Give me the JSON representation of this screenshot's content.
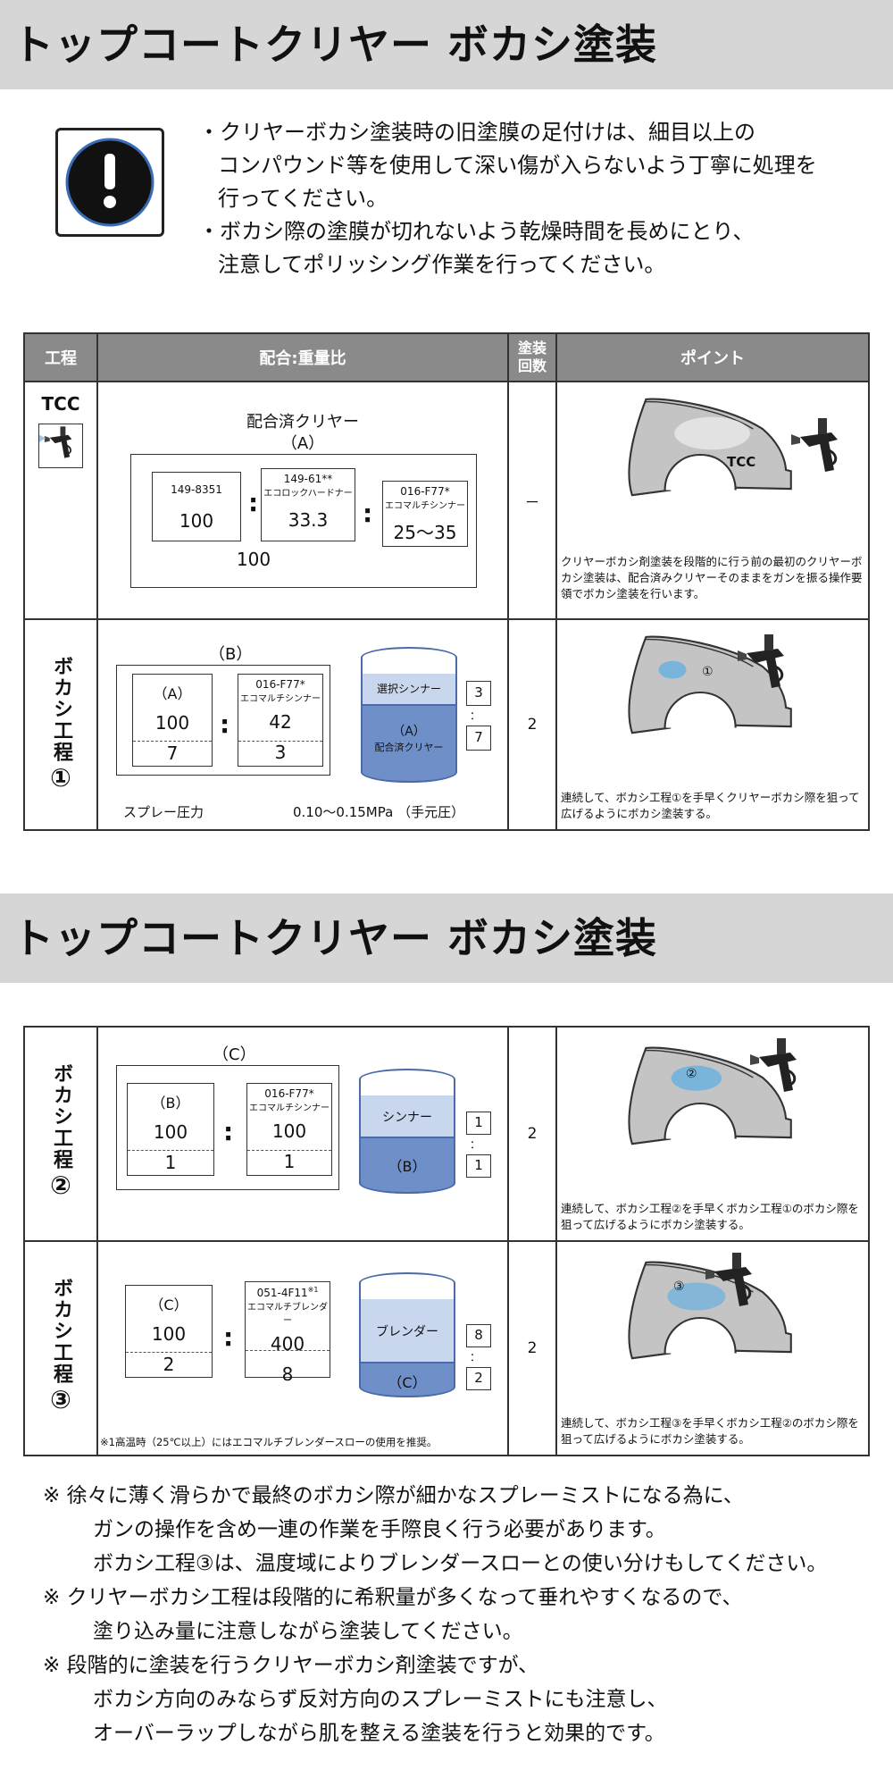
{
  "title": "トップコートクリヤー ボカシ塗装",
  "warning": {
    "bullets": [
      [
        "・クリヤーボカシ塗装時の旧塗膜の足付けは、細目以上の",
        "コンパウンド等を使用して深い傷が入らないよう丁寧に処理を",
        "行ってください。"
      ],
      [
        "・ボカシ際の塗膜が切れないよう乾燥時間を長めにとり、",
        "注意してポリッシング作業を行ってください。"
      ]
    ]
  },
  "headers": {
    "process": "工程",
    "mix": "配合:重量比",
    "coats1": "塗装",
    "coats2": "回数",
    "point": "ポイント"
  },
  "tcc": {
    "name": "TCC",
    "title1": "配合済クリヤー",
    "title2": "（A）",
    "code1": "149-8351",
    "val1": "100",
    "code2": "149-61**",
    "name2": "エコロックハードナー",
    "val2": "33.3",
    "total": "100",
    "code3": "016-F77*",
    "name3": "エコマルチシンナー",
    "val3": "25〜35",
    "coats": "－",
    "car_label": "TCC",
    "point": "クリヤーボカシ剤塗装を段階的に行う前の最初のクリヤーボカシ塗装は、配合済みクリヤーそのままをガンを振る操作要領でボカシ塗装を行います。"
  },
  "step1": {
    "name": "ボカシ工程",
    "num": "①",
    "label": "（B）",
    "a_label": "（A）",
    "a_val1": "100",
    "a_val2": "7",
    "code": "016-F77*",
    "thinner": "エコマルチシンナー",
    "t_val1": "42",
    "t_val2": "3",
    "cup_top": "選択シンナー",
    "cup_bottom1": "（A）",
    "cup_bottom2": "配合済クリヤー",
    "ratio_top": "3",
    "ratio_colon": "：",
    "ratio_bottom": "7",
    "pressure_label": "スプレー圧力",
    "pressure": "0.10〜0.15MPa （手元圧）",
    "coats": "2",
    "marker": "①",
    "point": "連続して、ボカシ工程①を手早くクリヤーボカシ際を狙って広げるようにボカシ塗装する。"
  },
  "step2": {
    "name": "ボカシ工程",
    "num": "②",
    "label": "（C）",
    "b_label": "（B）",
    "b_val1": "100",
    "b_val2": "1",
    "code": "016-F77*",
    "thinner": "エコマルチシンナー",
    "t_val1": "100",
    "t_val2": "1",
    "cup_top": "シンナー",
    "cup_bottom": "（B）",
    "ratio_top": "1",
    "ratio_colon": "：",
    "ratio_bottom": "1",
    "coats": "2",
    "marker": "②",
    "point": "連続して、ボカシ工程②を手早くボカシ工程①のボカシ際を狙って広げるようにボカシ塗装する。"
  },
  "step3": {
    "name": "ボカシ工程",
    "num": "③",
    "c_label": "（C）",
    "c_val1": "100",
    "c_val2": "2",
    "code": "051-4F11",
    "code_note": "※1",
    "blender": "エコマルチブレンダー",
    "bl_val1": "400",
    "bl_val2": "8",
    "cup_top": "ブレンダー",
    "cup_bottom": "（C）",
    "ratio_top": "8",
    "ratio_colon": "：",
    "ratio_bottom": "2",
    "footnote": "※1高温時（25℃以上）にはエコマルチブレンダースローの使用を推奨。",
    "coats": "2",
    "marker": "③",
    "point": "連続して、ボカシ工程③を手早くボカシ工程②のボカシ際を狙って広げるようにボカシ塗装する。"
  },
  "notes": [
    [
      "※ 徐々に薄く滑らかで最終のボカシ際が細かなスプレーミストになる為に、",
      "ガンの操作を含め一連の作業を手際良く行う必要があります。",
      "ボカシ工程③は、温度域によりブレンダースローとの使い分けもしてください。"
    ],
    [
      "※ クリヤーボカシ工程は段階的に希釈量が多くなって垂れやすくなるので、",
      "塗り込み量に注意しながら塗装してください。"
    ],
    [
      "※ 段階的に塗装を行うクリヤーボカシ剤塗装ですが、",
      "ボカシ方向のみならず反対方向のスプレーミストにも注意し、",
      "オーバーラップしながら肌を整える塗装を行うと効果的です。"
    ]
  ],
  "colors": {
    "banner": "#d6d6d6",
    "header": "#8a8a8a",
    "cup_blue": "#6f8fc9",
    "cup_light": "#c9d7ee",
    "car_gray": "#c4c4c4",
    "mist": "#5aaee6"
  }
}
